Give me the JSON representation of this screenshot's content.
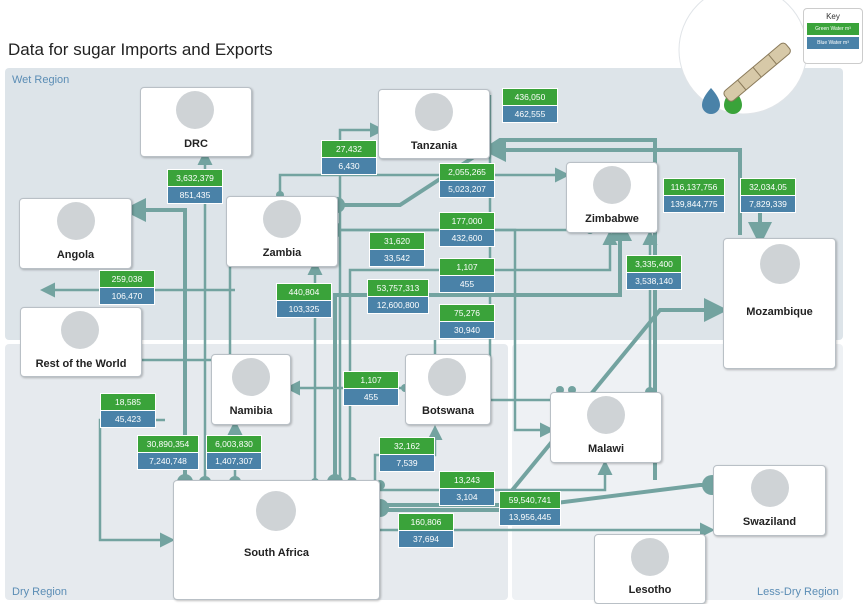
{
  "title": "Data for sugar Imports and Exports",
  "regions": {
    "wet": "Wet Region",
    "dry": "Dry Region",
    "less_dry": "Less-Dry Region"
  },
  "key": {
    "title": "Key",
    "green": "Green Water m³",
    "blue": "Blue Water m³"
  },
  "colors": {
    "green": "#3aa33a",
    "blue": "#4a82a8",
    "flow": "#73a3a0",
    "highlight": "#e8521f"
  },
  "countries": {
    "drc": "DRC",
    "tanzania": "Tanzania",
    "angola": "Angola",
    "zambia": "Zambia",
    "zimbabwe": "Zimbabwe",
    "mozambique": "Mozambique",
    "rest_of_world": "Rest of the World",
    "namibia": "Namibia",
    "botswana": "Botswana",
    "malawi": "Malawi",
    "swaziland": "Swaziland",
    "south_africa": "South Africa",
    "lesotho": "Lesotho"
  },
  "flows": [
    {
      "green": "3,632,379",
      "blue": "851,435"
    },
    {
      "green": "27,432",
      "blue": "6,430"
    },
    {
      "green": "436,050",
      "blue": "462,555"
    },
    {
      "green": "2,055,265",
      "blue": "5,023,207"
    },
    {
      "green": "116,137,756",
      "blue": "139,844,775"
    },
    {
      "green": "32,034,05",
      "blue": "7,829,339"
    },
    {
      "green": "177,000",
      "blue": "432,600"
    },
    {
      "green": "31,620",
      "blue": "33,542"
    },
    {
      "green": "259,038",
      "blue": "106,470"
    },
    {
      "green": "1,107",
      "blue": "455"
    },
    {
      "green": "440,804",
      "blue": "103,325"
    },
    {
      "green": "53,757,313",
      "blue": "12,600,800"
    },
    {
      "green": "3,335,400",
      "blue": "3,538,140"
    },
    {
      "green": "75,276",
      "blue": "30,940"
    },
    {
      "green": "1,107",
      "blue": "455"
    },
    {
      "green": "18,585",
      "blue": "45,423"
    },
    {
      "green": "30,890,354",
      "blue": "7,240,748"
    },
    {
      "green": "6,003,830",
      "blue": "1,407,307"
    },
    {
      "green": "32,162",
      "blue": "7,539"
    },
    {
      "green": "13,243",
      "blue": "3,104"
    },
    {
      "green": "59,540,741",
      "blue": "13,956,445"
    },
    {
      "green": "160,806",
      "blue": "37,694"
    }
  ]
}
